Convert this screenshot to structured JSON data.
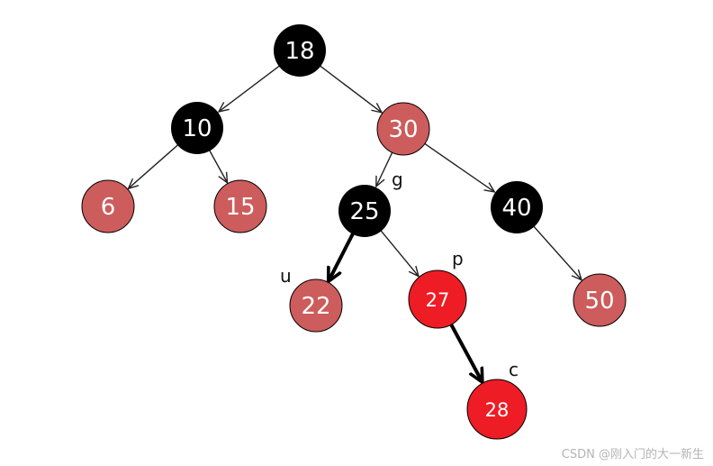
{
  "tree": {
    "colors": {
      "black": "#000000",
      "dull_red": "#cd5c5c",
      "bright_red": "#ee1c25",
      "edge": "#222222"
    },
    "nodes": [
      {
        "id": "n18",
        "label": "18",
        "color": "black"
      },
      {
        "id": "n10",
        "label": "10",
        "color": "black"
      },
      {
        "id": "n30",
        "label": "30",
        "color": "dull_red"
      },
      {
        "id": "n6",
        "label": "6",
        "color": "dull_red"
      },
      {
        "id": "n15",
        "label": "15",
        "color": "dull_red"
      },
      {
        "id": "n25",
        "label": "25",
        "color": "black"
      },
      {
        "id": "n40",
        "label": "40",
        "color": "black"
      },
      {
        "id": "n22",
        "label": "22",
        "color": "dull_red"
      },
      {
        "id": "n27",
        "label": "27",
        "color": "bright_red"
      },
      {
        "id": "n50",
        "label": "50",
        "color": "dull_red"
      },
      {
        "id": "n28",
        "label": "28",
        "color": "bright_red"
      }
    ],
    "edges": [
      {
        "from": "n18",
        "to": "n10",
        "style": "thin"
      },
      {
        "from": "n18",
        "to": "n30",
        "style": "thin"
      },
      {
        "from": "n10",
        "to": "n6",
        "style": "thin"
      },
      {
        "from": "n10",
        "to": "n15",
        "style": "thin"
      },
      {
        "from": "n30",
        "to": "n25",
        "style": "thin"
      },
      {
        "from": "n30",
        "to": "n40",
        "style": "thin"
      },
      {
        "from": "n25",
        "to": "n22",
        "style": "bold"
      },
      {
        "from": "n25",
        "to": "n27",
        "style": "thin"
      },
      {
        "from": "n40",
        "to": "n50",
        "style": "thin"
      },
      {
        "from": "n27",
        "to": "n28",
        "style": "bold"
      }
    ],
    "annotations": [
      {
        "text": "g",
        "node": "n25"
      },
      {
        "text": "u",
        "node": "n22"
      },
      {
        "text": "p",
        "node": "n27"
      },
      {
        "text": "c",
        "node": "n28"
      }
    ]
  },
  "watermark": "CSDN @刚入门的大一新生"
}
